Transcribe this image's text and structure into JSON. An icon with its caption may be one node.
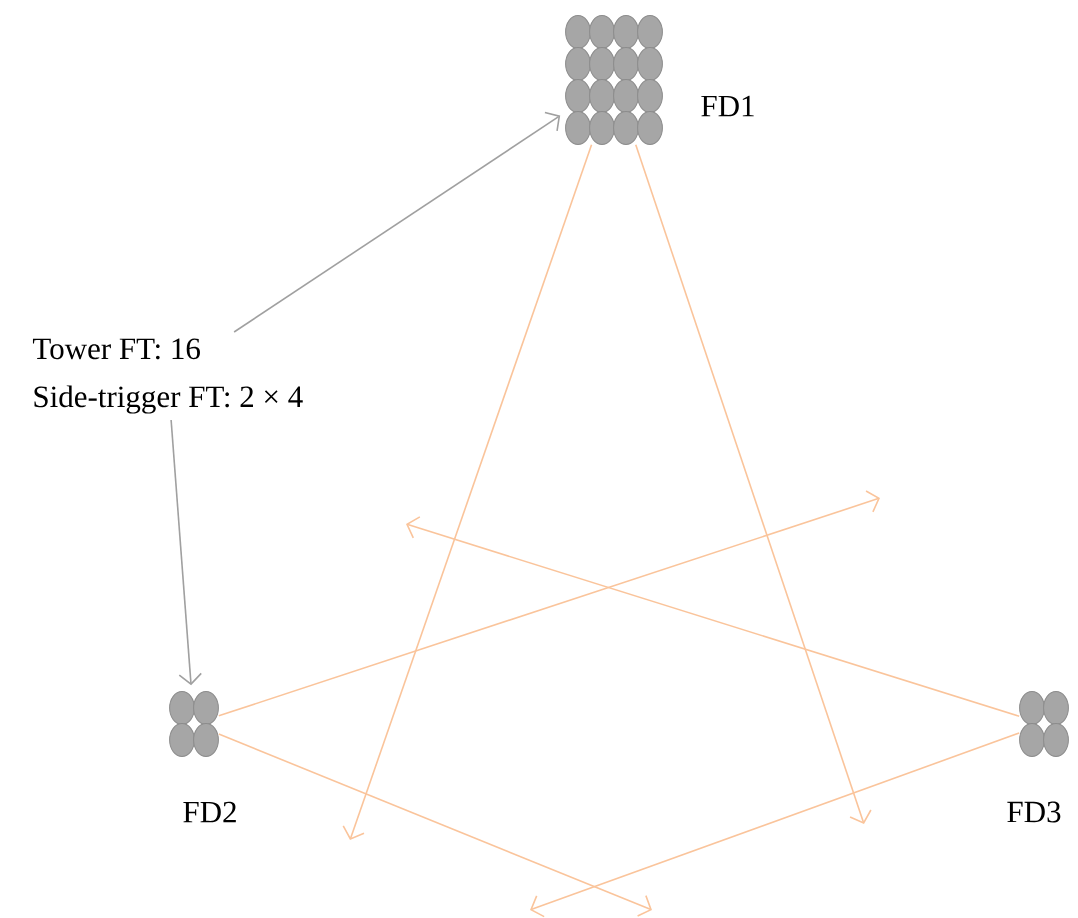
{
  "diagram": {
    "nodes": [
      {
        "text": [
          "Tower FT: 16",
          "Side-trigger FT: 2 × 4"
        ]
      },
      {
        "text": [],
        "shape": "picture",
        "beside": [
          "FD1"
        ]
      },
      {
        "text": [],
        "shape": "picture",
        "beside": [
          "FD2"
        ]
      },
      {
        "text": [],
        "shape": "picture",
        "beside": [
          "FD3"
        ]
      }
    ],
    "edges": [
      {
        "from": 0,
        "to": 1,
        "arrow": "to",
        "color": "#a0a0a0"
      },
      {
        "from": 0,
        "to": 2,
        "arrow": "to",
        "color": "#a0a0a0"
      },
      {
        "from": 1,
        "to": null,
        "arrow": "to"
      },
      {
        "from": 1,
        "to": null,
        "arrow": "to"
      },
      {
        "from": 2,
        "to": null,
        "arrow": "to"
      },
      {
        "from": 3,
        "to": null,
        "arrow": "to"
      },
      {
        "from": 2,
        "to": null,
        "arrow": "to"
      },
      {
        "from": 3,
        "to": null,
        "arrow": "to"
      }
    ]
  }
}
